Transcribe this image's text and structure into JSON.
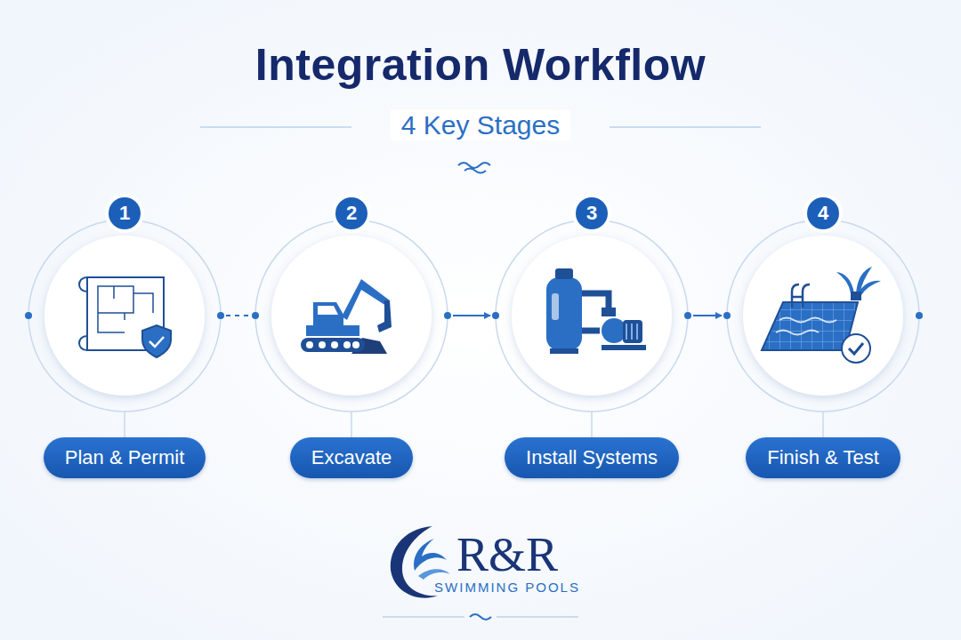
{
  "diagram": {
    "title": "Integration Workflow",
    "nodes": [
      {
        "text": [
          "1",
          "Plan & Permit"
        ]
      },
      {
        "text": [
          "2",
          "Excavate"
        ]
      },
      {
        "text": [
          "3",
          "Install Systems"
        ]
      },
      {
        "text": [
          "4",
          "Finish & Test"
        ]
      }
    ],
    "edges": [
      {
        "from": 0,
        "to": 1,
        "arrow": "none"
      },
      {
        "from": 1,
        "to": 2,
        "arrow": "to"
      },
      {
        "from": 2,
        "to": 3,
        "arrow": "to"
      }
    ],
    "labels": [
      "4 Key Stages",
      "R&R",
      "SWIMMING POOLS"
    ]
  }
}
